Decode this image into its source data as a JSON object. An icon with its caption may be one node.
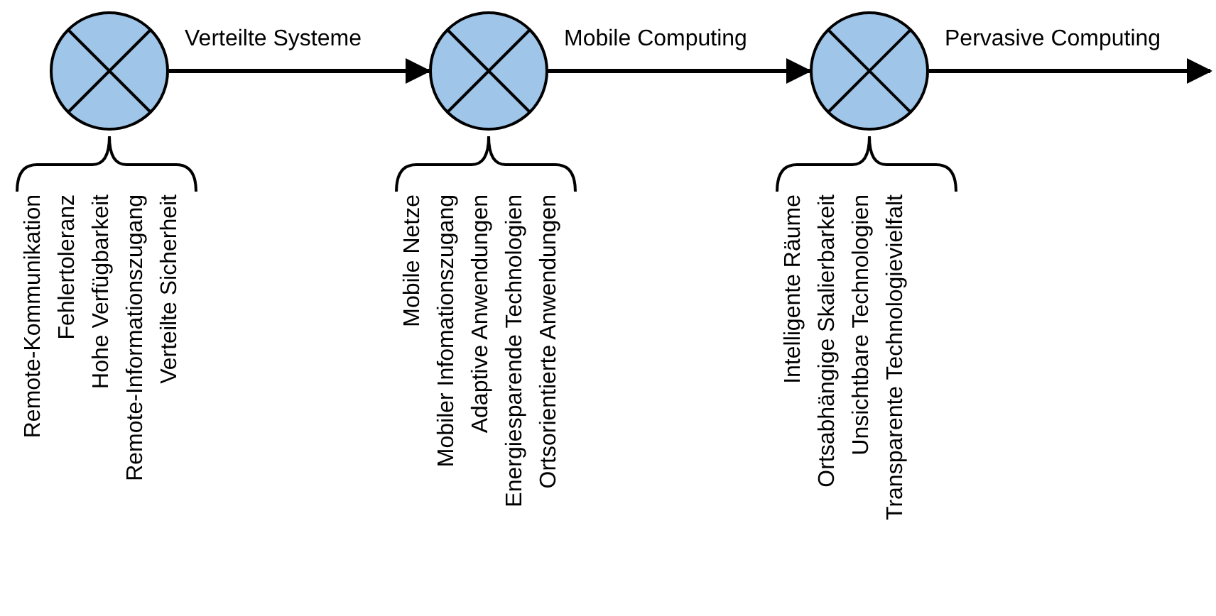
{
  "diagram": {
    "nodes": [
      {
        "text": [],
        "shape": "circle",
        "beside": [
          "Remote-Kommunikation",
          "Fehlertoleranz",
          "Hohe Verfügbarkeit",
          "Remote-Informationszugang",
          "Verteilte Sicherheit"
        ]
      },
      {
        "text": [],
        "shape": "circle",
        "beside": [
          "Mobile Netze",
          "Mobiler Infomationszugang",
          "Adaptive Anwendungen",
          "Energiesparende Technologien",
          "Ortsorientierte Anwendungen"
        ]
      },
      {
        "text": [],
        "shape": "circle",
        "beside": [
          "Intelligente Räume",
          "Ortsabhängige Skalierbarkeit",
          "Unsichtbare Technologien",
          "Transparente Technologievielfalt"
        ]
      }
    ],
    "edges": [
      {
        "from": 0,
        "to": 1,
        "arrow": "to",
        "label": "Verteilte Systeme"
      },
      {
        "from": 1,
        "to": 2,
        "arrow": "to",
        "label": "Mobile Computing"
      },
      {
        "from": 2,
        "to": null,
        "arrow": "to",
        "label": "Pervasive Computing"
      }
    ]
  }
}
